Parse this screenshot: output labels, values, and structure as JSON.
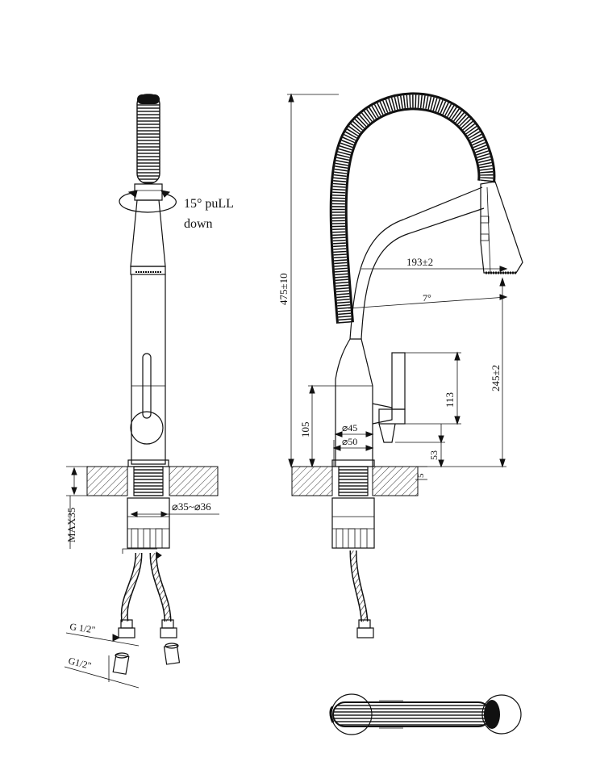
{
  "front_view": {
    "rotation_label_line1": "15° puLL",
    "rotation_label_line2": "down",
    "diameter_label": "⌀35~⌀36",
    "max_label": "MAX35",
    "thread_label_1": "G 1/2\"",
    "thread_label_2": "G1/2\""
  },
  "side_view": {
    "height_label": "475±10",
    "reach_label": "193±2",
    "angle_label": "7°",
    "spout_height_label": "245±2",
    "lever_height_label": "113",
    "base_height_label": "105",
    "diameter_45_label": "⌀45",
    "diameter_50_label": "⌀50",
    "offset_53_label": "53",
    "deck_label": "5"
  },
  "colors": {
    "line": "#111111",
    "background": "#ffffff"
  }
}
